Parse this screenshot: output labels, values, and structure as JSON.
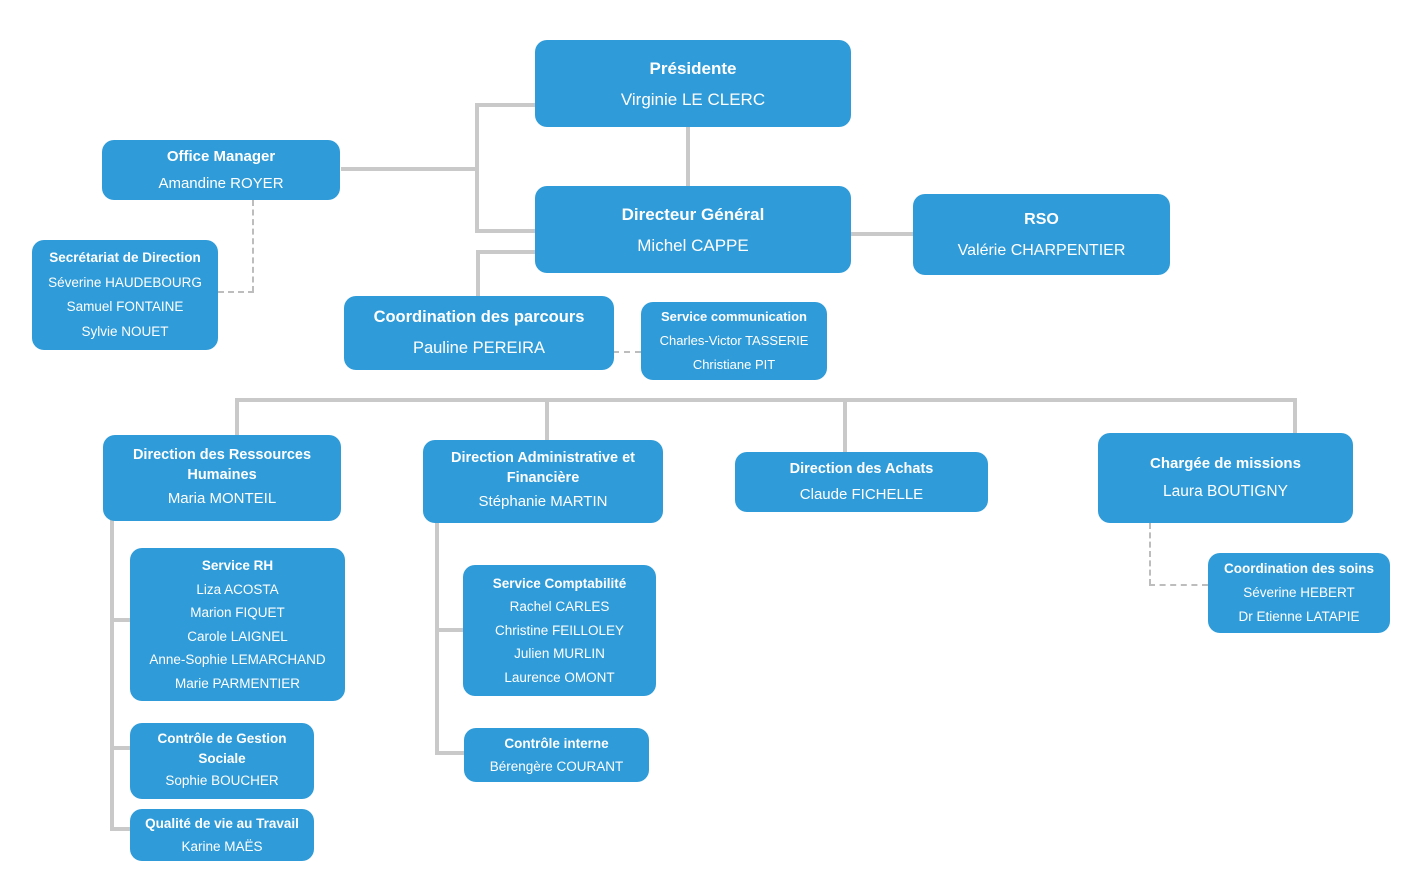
{
  "colors": {
    "box_blue": "#2F9BD8",
    "line_gray": "#C9C9C9",
    "dashed_gray": "#BDBDBD",
    "text": "#FFFFFF"
  },
  "nodes": {
    "presidente": {
      "title": "Présidente",
      "members": [
        "Virginie LE CLERC"
      ]
    },
    "office_manager": {
      "title": "Office Manager",
      "members": [
        "Amandine ROYER"
      ]
    },
    "secretariat": {
      "title": "Secrétariat de Direction",
      "members": [
        "Séverine HAUDEBOURG",
        "Samuel FONTAINE",
        "Sylvie NOUET"
      ]
    },
    "directeur_general": {
      "title": "Directeur Général",
      "members": [
        "Michel CAPPE"
      ]
    },
    "rso": {
      "title": "RSO",
      "members": [
        "Valérie CHARPENTIER"
      ]
    },
    "coordination_parcours": {
      "title": "Coordination des parcours",
      "members": [
        "Pauline PEREIRA"
      ]
    },
    "service_communication": {
      "title": "Service communication",
      "members": [
        "Charles-Victor TASSERIE",
        "Christiane PIT"
      ]
    },
    "drh": {
      "title": "Direction des Ressources Humaines",
      "members": [
        "Maria MONTEIL"
      ]
    },
    "daf": {
      "title": "Direction Administrative et Financière",
      "members": [
        "Stéphanie MARTIN"
      ]
    },
    "achats": {
      "title": "Direction des Achats",
      "members": [
        "Claude FICHELLE"
      ]
    },
    "chargee_missions": {
      "title": "Chargée de missions",
      "members": [
        "Laura BOUTIGNY"
      ]
    },
    "service_rh": {
      "title": "Service RH",
      "members": [
        "Liza ACOSTA",
        "Marion FIQUET",
        "Carole LAIGNEL",
        "Anne-Sophie LEMARCHAND",
        "Marie PARMENTIER"
      ]
    },
    "controle_gestion_sociale": {
      "title": "Contrôle de Gestion Sociale",
      "members": [
        "Sophie BOUCHER"
      ]
    },
    "qualite_vie_travail": {
      "title": "Qualité de vie au Travail",
      "members": [
        "Karine MAËS"
      ]
    },
    "service_comptabilite": {
      "title": "Service Comptabilité",
      "members": [
        "Rachel CARLES",
        "Christine FEILLOLEY",
        "Julien MURLIN",
        "Laurence OMONT"
      ]
    },
    "controle_interne": {
      "title": "Contrôle interne",
      "members": [
        "Bérengère COURANT"
      ]
    },
    "coordination_soins": {
      "title": "Coordination des soins",
      "members": [
        "Séverine HEBERT",
        "Dr Etienne LATAPIE"
      ]
    }
  }
}
